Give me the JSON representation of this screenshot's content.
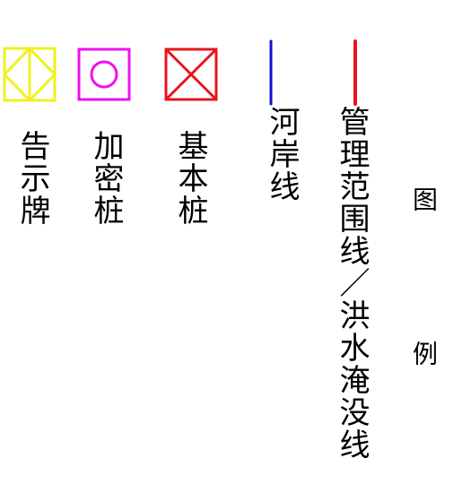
{
  "legend": {
    "title": "图　例",
    "items": [
      {
        "label": "管理范围线／洪水淹没线",
        "color": "#e8141e"
      },
      {
        "label": "河岸线",
        "color": "#1010d0"
      },
      {
        "label": "基本桩",
        "color": "#e8141e"
      },
      {
        "label": "加密桩",
        "color": "#ee10ee"
      },
      {
        "label": "告示牌",
        "color": "#f0f020"
      }
    ]
  }
}
